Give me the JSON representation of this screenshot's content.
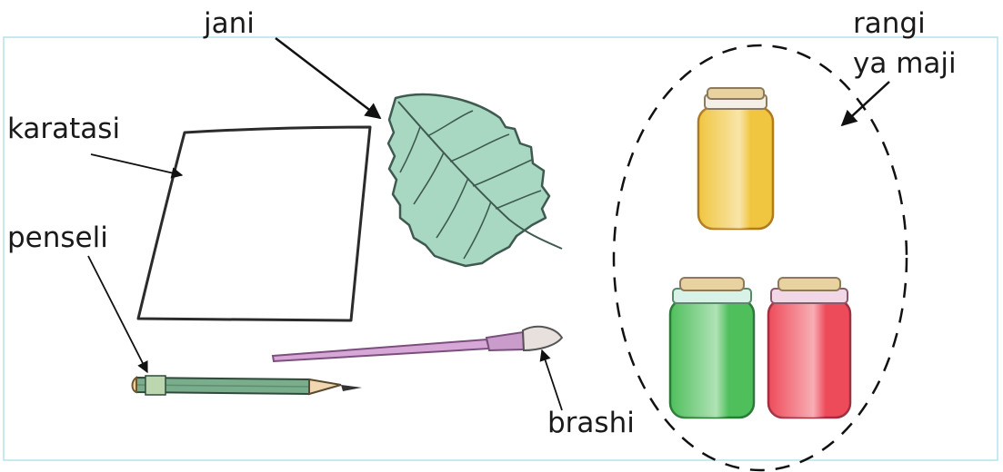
{
  "labels": {
    "leaf": "jani",
    "paper": "karatasi",
    "pencil": "penseli",
    "brush": "brashi",
    "paints_line1": "rangi",
    "paints_line2": "ya maji"
  },
  "colors": {
    "frame": "#b5e3ea",
    "leaf": "#a8d8c2",
    "leaf_vein": "#3f5a50",
    "pencil": "#7aad8c",
    "brush_handle": "#d7a7d8",
    "paint_yellow": "#f0c640",
    "paint_green": "#4fbf5c",
    "paint_red": "#ee4b5a",
    "jar_lid": "#e8d3a0"
  }
}
